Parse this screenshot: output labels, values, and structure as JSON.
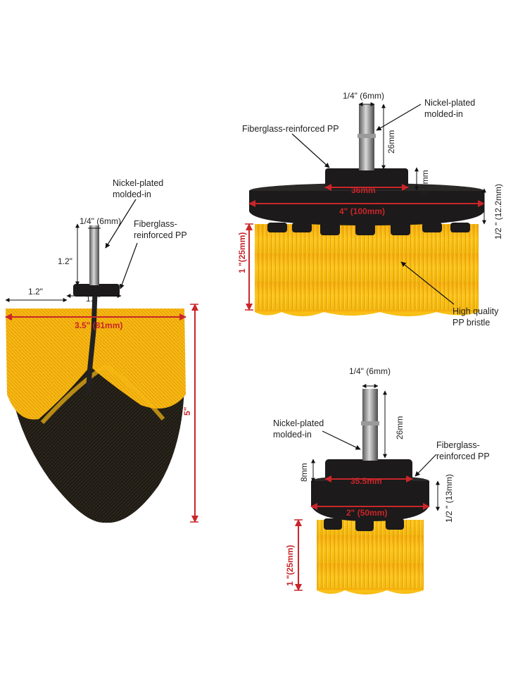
{
  "colors": {
    "bristle_yellow": "#f5b90f",
    "bristle_orange": "#e9a307",
    "bristle_black": "#1f1b14",
    "base_black": "#1c1a1a",
    "shaft_metal": "#8b8b8b",
    "dimension_red": "#c9262a"
  },
  "brush_round": {
    "label_nickel": [
      "Nickel-plated",
      "molded-in"
    ],
    "label_fiberglass": [
      "Fiberglass-",
      "reinforced PP"
    ],
    "dim_shaft_width": "1/4\" (6mm)",
    "dim_shaft_height": "1.2\"",
    "dim_offset": "1.2\"",
    "dim_hub": "1.1\"",
    "dim_diameter": "3.5\" (81mm)",
    "dim_height": "5\""
  },
  "brush_large": {
    "dim_shaft_width": "1/4\" (6mm)",
    "label_nickel": [
      "Nickel-plated",
      "molded-in"
    ],
    "label_fiberglass": "Fiberglass-reinforced PP",
    "dim_shaft_height": "26mm",
    "dim_hub_height": "8.5mm",
    "dim_hub_diameter": "36mm",
    "dim_diameter": "4\" (100mm)",
    "dim_base_height": "1/2 \" (12.2mm)",
    "dim_bristle_height": "1 \"(25mm)",
    "label_bristle": [
      "High quality",
      "PP bristle"
    ]
  },
  "brush_small": {
    "dim_shaft_width": "1/4\" (6mm)",
    "label_nickel": [
      "Nickel-plated",
      "molded-in"
    ],
    "dim_shaft_height": "26mm",
    "label_fiberglass": [
      "Fiberglass-",
      "reinforced PP"
    ],
    "dim_hub_height": "8mm",
    "dim_hub_diameter": "35.5mm",
    "dim_diameter": "2\" (50mm)",
    "dim_base_height": "1/2 \" (13mm)",
    "dim_bristle_height": "1 \"(25mm)"
  }
}
